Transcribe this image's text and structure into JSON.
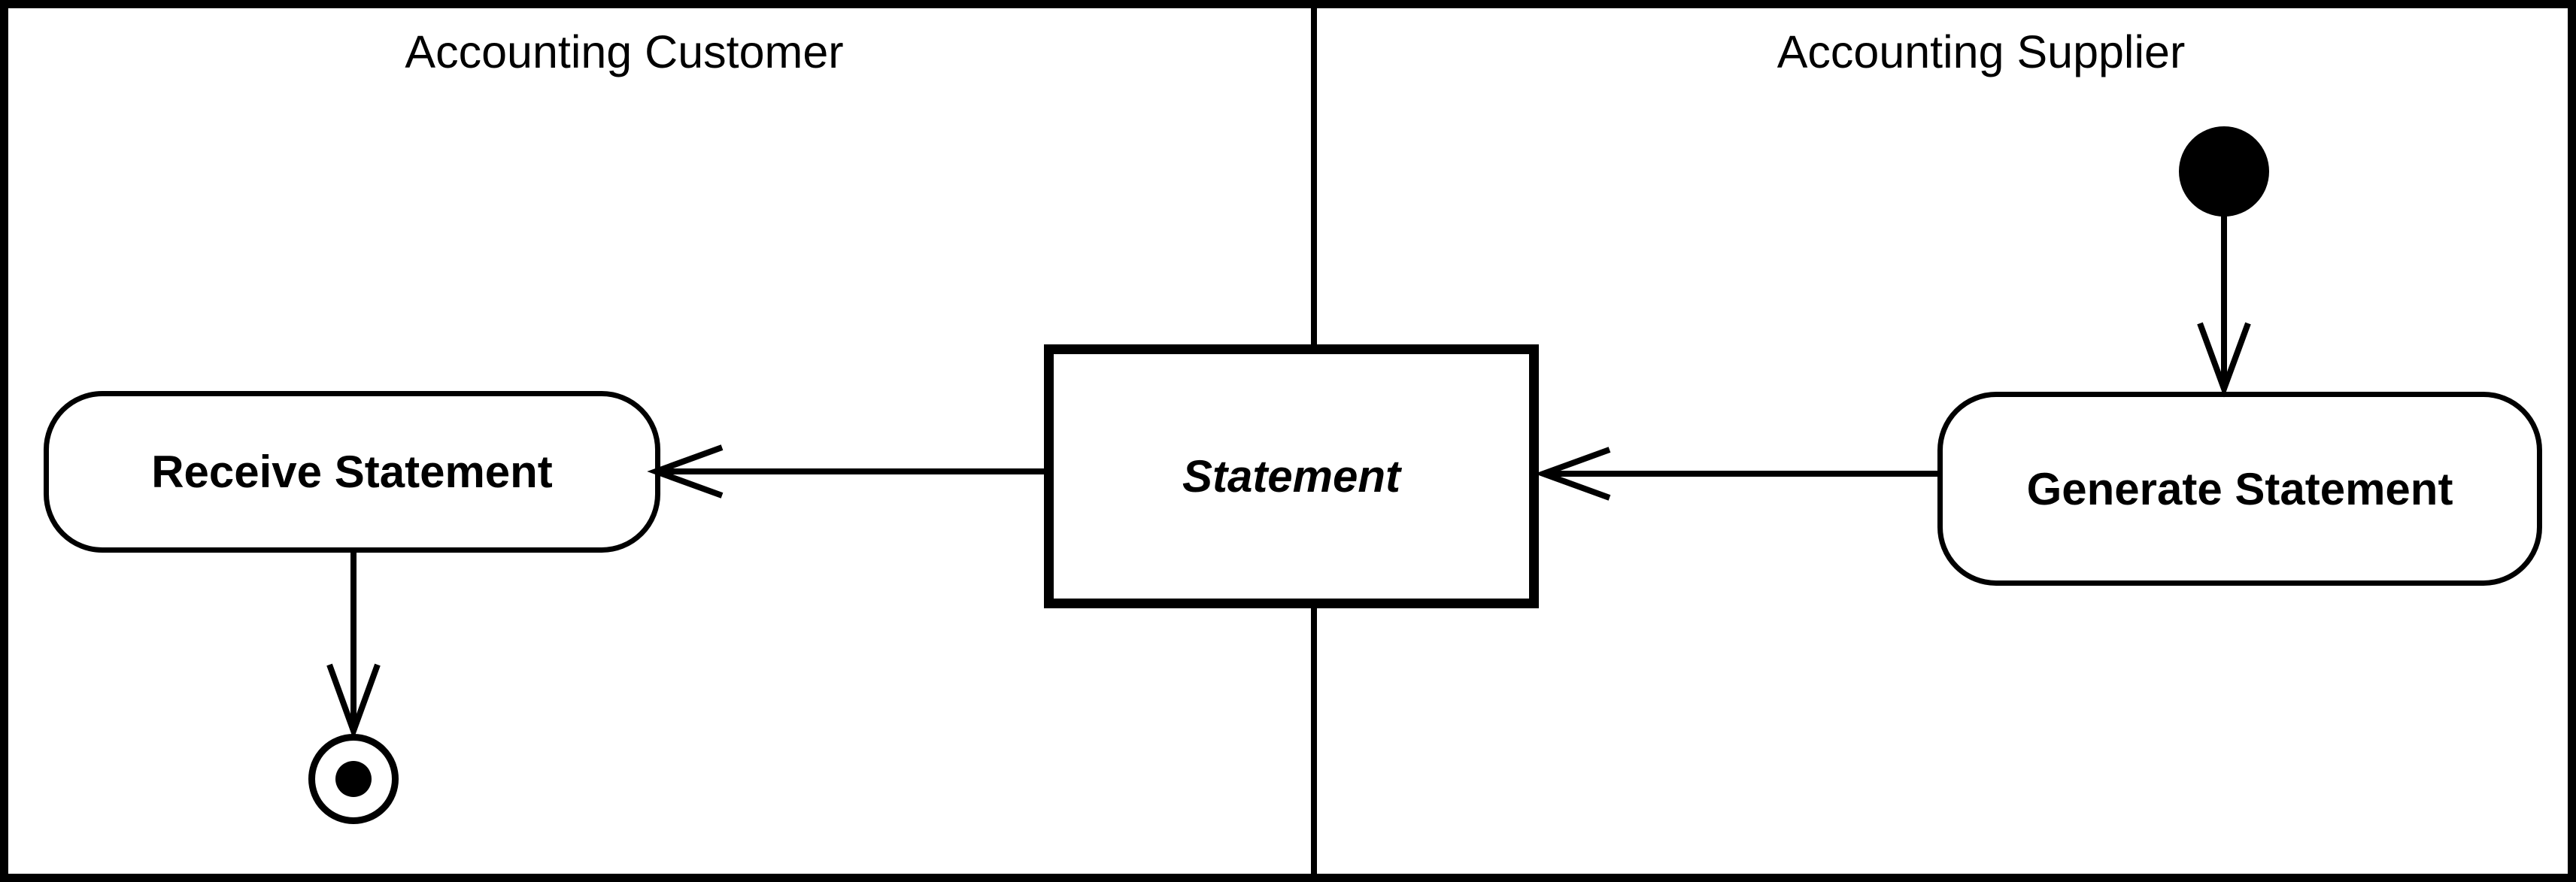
{
  "diagram": {
    "kind": "uml-activity-diagram-with-swimlanes",
    "colors": {
      "stroke": "#000000",
      "background": "#ffffff"
    },
    "lanes": [
      {
        "title": "Accounting Customer"
      },
      {
        "title": "Accounting Supplier"
      }
    ],
    "nodes": {
      "initial": {
        "type": "initial-node",
        "lane": "Accounting Supplier"
      },
      "generate": {
        "type": "action",
        "label": "Generate Statement",
        "lane": "Accounting Supplier"
      },
      "statement": {
        "type": "object",
        "label": "Statement",
        "lane": "both (straddles divider)"
      },
      "receive": {
        "type": "action",
        "label": "Receive Statement",
        "lane": "Accounting Customer"
      },
      "final": {
        "type": "activity-final-node",
        "lane": "Accounting Customer"
      }
    },
    "edges": [
      {
        "from": "initial",
        "to": "generate",
        "style": "open-arrowhead"
      },
      {
        "from": "generate",
        "to": "statement",
        "style": "open-arrowhead"
      },
      {
        "from": "statement",
        "to": "receive",
        "style": "open-arrowhead"
      },
      {
        "from": "receive",
        "to": "final",
        "style": "open-arrowhead"
      }
    ]
  }
}
